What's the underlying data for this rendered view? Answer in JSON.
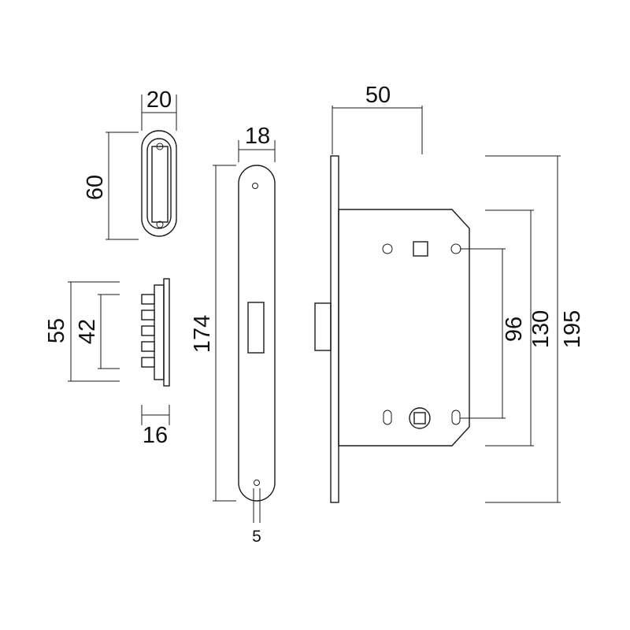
{
  "dimensions": {
    "cover_width": "20",
    "cover_height": "60",
    "side_height_outer": "55",
    "side_height_inner": "42",
    "side_depth": "16",
    "faceplate_width": "18",
    "faceplate_height": "174",
    "hole_size": "5",
    "backset": "50",
    "spacing": "96",
    "case_height": "130",
    "front_height": "195"
  },
  "colors": {
    "line": "#1a1a1a",
    "background": "#ffffff"
  }
}
